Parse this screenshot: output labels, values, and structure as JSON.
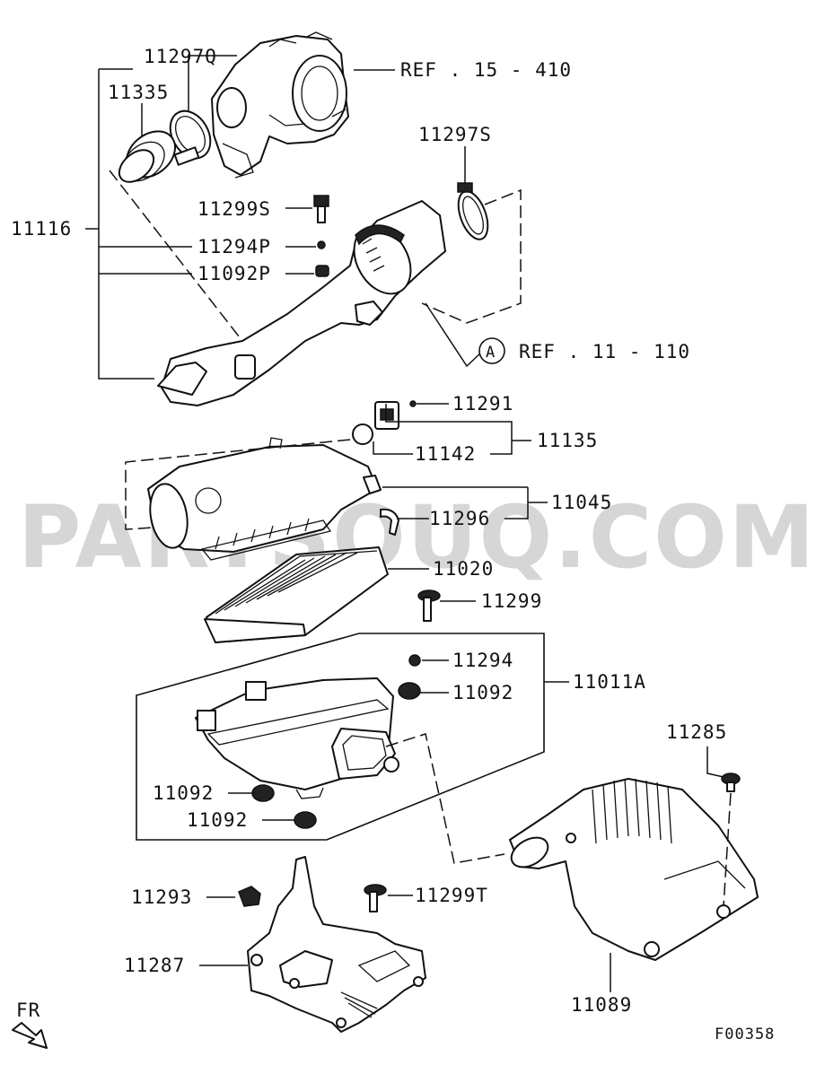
{
  "diagram": {
    "watermark": "PARTSOUQ.COM",
    "figure_code": "F00358",
    "front_indicator": "FR",
    "references": [
      {
        "id": "ref-15-410",
        "text": "REF . 15 - 410"
      },
      {
        "id": "ref-11-110",
        "text": "REF . 11 - 110",
        "callout": "A"
      }
    ],
    "part_numbers": {
      "p11297Q": "11297Q",
      "p11335": "11335",
      "p11116": "11116",
      "p11299S": "11299S",
      "p11294P": "11294P",
      "p11092P": "11092P",
      "p11297S": "11297S",
      "p11291": "11291",
      "p11142": "11142",
      "p11135": "11135",
      "p11045": "11045",
      "p11296": "11296",
      "p11020": "11020",
      "p11299": "11299",
      "p11294": "11294",
      "p11011A": "11011A",
      "p11092a": "11092",
      "p11092b": "11092",
      "p11092c": "11092",
      "p11285": "11285",
      "p11293": "11293",
      "p11299T": "11299T",
      "p11287": "11287",
      "p11089": "11089"
    }
  }
}
